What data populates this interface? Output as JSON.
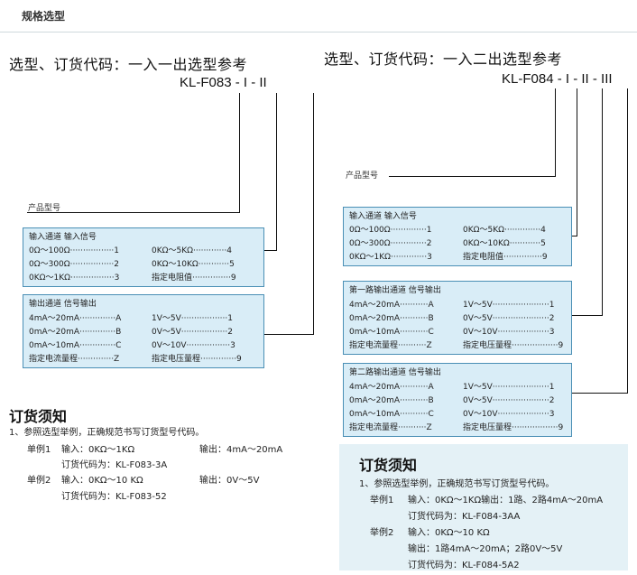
{
  "section_title": "规格选型",
  "left": {
    "heading": "选型、订货代码：一入一出选型参考",
    "code": "KL-F083 -   I   -   II",
    "product_label": "产品型号",
    "input_box": {
      "header": "输入通道  输入信号",
      "rows": [
        [
          "0Ω～100Ω·················1",
          "0KΩ～5KΩ·············4"
        ],
        [
          "0Ω～300Ω·················2",
          "0KΩ～10KΩ············5"
        ],
        [
          "0KΩ～1KΩ·················3",
          "指定电阻值···············9"
        ]
      ]
    },
    "output_box": {
      "header": "输出通道  信号输出",
      "rows": [
        [
          "4mA～20mA··············A",
          "1V～5V··················1"
        ],
        [
          "0mA～20mA··············B",
          "0V～5V··················2"
        ],
        [
          "0mA～10mA··············C",
          "0V～10V·················3"
        ],
        [
          "指定电流量程··············Z",
          "指定电压量程··············9"
        ]
      ]
    },
    "order": {
      "title": "订货须知",
      "line1": "1、参照选型举例，正确规范书写订货型号代码。",
      "ex1_label": "单例1",
      "ex1_input": "输入：0KΩ～1KΩ",
      "ex1_output": "输出：4mA～20mA",
      "ex1_code": "订货代码为：KL-F083-3A",
      "ex2_label": "单例2",
      "ex2_input": "输入：0KΩ～10 KΩ",
      "ex2_output": "输出：0V～5V",
      "ex2_code": "订货代码为：KL-F083-52"
    }
  },
  "right": {
    "heading": "选型、订货代码：一入二出选型参考",
    "code": "KL-F084 - I - II - III",
    "product_label": "产品型号",
    "input_box": {
      "header": "输入通道    输入信号",
      "rows": [
        [
          "0Ω～100Ω··············1",
          "0KΩ～5KΩ··············4"
        ],
        [
          "0Ω～300Ω··············2",
          "0KΩ～10KΩ············5"
        ],
        [
          "0KΩ～1KΩ··············3",
          "指定电阻值···············9"
        ]
      ]
    },
    "output1_box": {
      "header": "第一路输出通道     信号输出",
      "rows": [
        [
          "4mA～20mA···········A",
          "1V～5V······················1"
        ],
        [
          "0mA～20mA···········B",
          "0V～5V······················2"
        ],
        [
          "0mA～10mA···········C",
          "0V～10V····················3"
        ],
        [
          "指定电流量程···········Z",
          "指定电压量程··················9"
        ]
      ]
    },
    "output2_box": {
      "header": "第二路输出通道     信号输出",
      "rows": [
        [
          "4mA～20mA···········A",
          "1V～5V······················1"
        ],
        [
          "0mA～20mA···········B",
          "0V～5V······················2"
        ],
        [
          "0mA～10mA···········C",
          "0V～10V····················3"
        ],
        [
          "指定电流量程···········Z",
          "指定电压量程··················9"
        ]
      ]
    },
    "order": {
      "title": "订货须知",
      "line1": "1、参照选型举例，正确规范书写订货型号代码。",
      "ex1_label": "举例1",
      "ex1_input": "输入：0KΩ～1KΩ输出：1路、2路4mA～20mA",
      "ex1_code": "订货代码为：KL-F084-3AA",
      "ex2_label": "举例2",
      "ex2_input": "输入：0KΩ～10 KΩ",
      "ex2_output": "输出：1路4mA～20mA；2路0V～5V",
      "ex2_code": "订货代码为：KL-F084-5A2"
    }
  }
}
